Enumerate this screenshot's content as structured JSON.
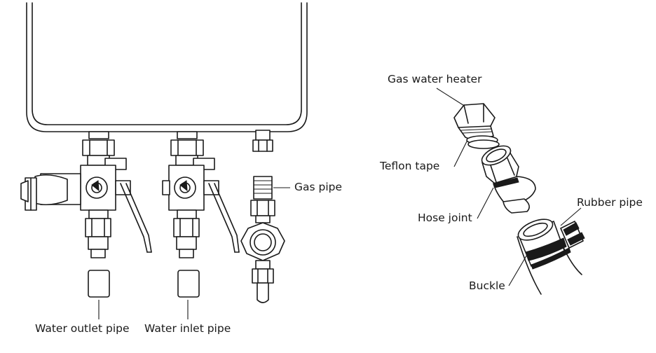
{
  "labels": {
    "water_outlet_pipe": "Water outlet pipe",
    "water_inlet_pipe": "Water inlet pipe",
    "gas_pipe": "Gas pipe",
    "gas_water_heater": "Gas water heater",
    "teflon_tape": "Teflon tape",
    "hose_joint": "Hose joint",
    "rubber_pipe": "Rubber pipe",
    "buckle": "Buckle"
  }
}
